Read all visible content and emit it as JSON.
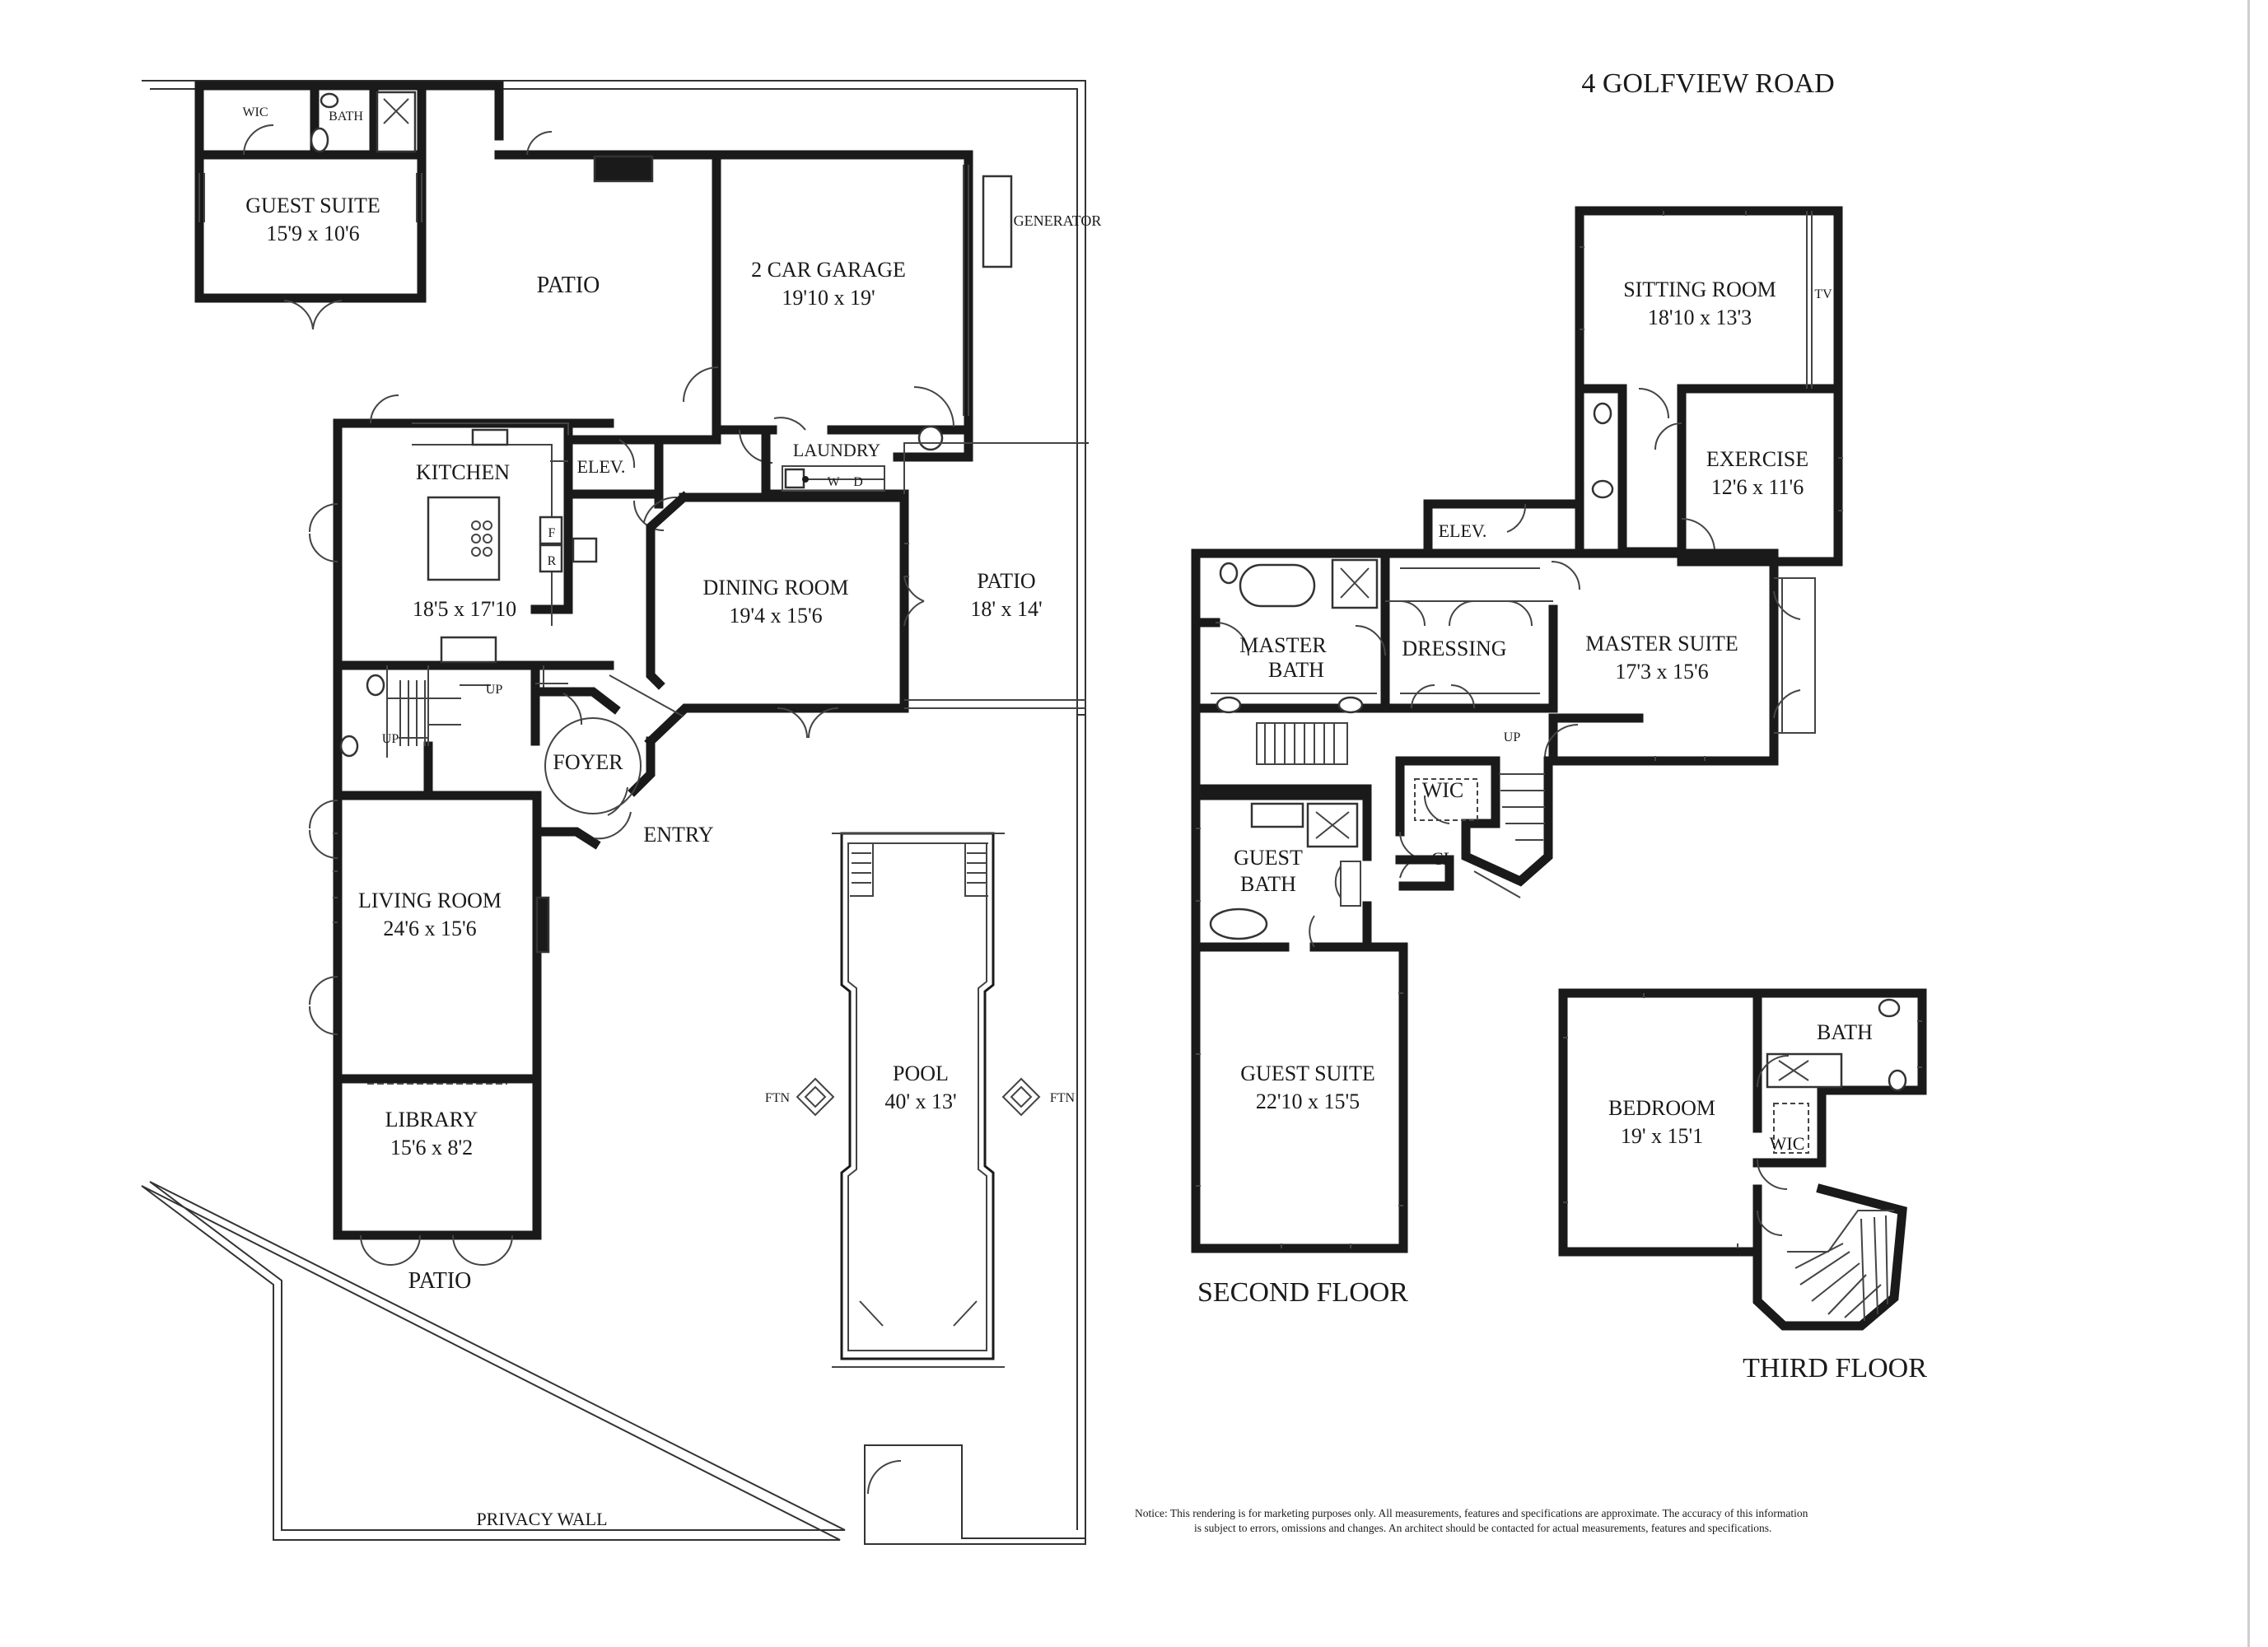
{
  "title": "4 GOLFVIEW ROAD",
  "floors": {
    "second": "SECOND FLOOR",
    "third": "THIRD FLOOR"
  },
  "first_floor": {
    "guest_suite": {
      "name": "GUEST SUITE",
      "size": "15'9 x 10'6"
    },
    "wic": "WIC",
    "bath": "BATH",
    "patio_top": "PATIO",
    "garage": {
      "name": "2 CAR GARAGE",
      "size": "19'10 x 19'"
    },
    "generator": "GENERATOR",
    "kitchen": {
      "name": "KITCHEN",
      "size": "18'5 x 17'10"
    },
    "elev": "ELEV.",
    "laundry": "LAUNDRY",
    "w": "W",
    "d": "D",
    "f": "F",
    "r": "R",
    "up": "UP",
    "dining": {
      "name": "DINING ROOM",
      "size": "19'4 x 15'6"
    },
    "patio_side": {
      "name": "PATIO",
      "size": "18' x 14'"
    },
    "foyer": "FOYER",
    "entry": "ENTRY",
    "living": {
      "name": "LIVING ROOM",
      "size": "24'6 x 15'6"
    },
    "library": {
      "name": "LIBRARY",
      "size": "15'6 x 8'2"
    },
    "patio_bottom": "PATIO",
    "pool": {
      "name": "POOL",
      "size": "40' x 13'"
    },
    "ftn": "FTN",
    "privacy_wall": "PRIVACY WALL"
  },
  "second_floor": {
    "sitting": {
      "name": "SITTING ROOM",
      "size": "18'10 x 13'3"
    },
    "tv": "TV",
    "exercise": {
      "name": "EXERCISE",
      "size": "12'6 x 11'6"
    },
    "elev": "ELEV.",
    "master_bath": {
      "line1": "MASTER",
      "line2": "BATH"
    },
    "dressing": "DRESSING",
    "master_suite": {
      "name": "MASTER SUITE",
      "size": "17'3 x 15'6"
    },
    "up": "UP",
    "wic": "WIC",
    "cl": "CL",
    "guest_bath": {
      "line1": "GUEST",
      "line2": "BATH"
    },
    "guest_suite": {
      "name": "GUEST SUITE",
      "size": "22'10 x 15'5"
    }
  },
  "third_floor": {
    "bath": "BATH",
    "bedroom": {
      "name": "BEDROOM",
      "size": "19' x 15'1"
    },
    "wic": "WIC"
  },
  "notice": {
    "line1": "Notice: This rendering is for marketing purposes only. All measurements, features and specifications are approximate. The accuracy of this information",
    "line2": "is subject to errors, omissions and changes. An architect should be contacted for actual measurements, features and specifications."
  }
}
